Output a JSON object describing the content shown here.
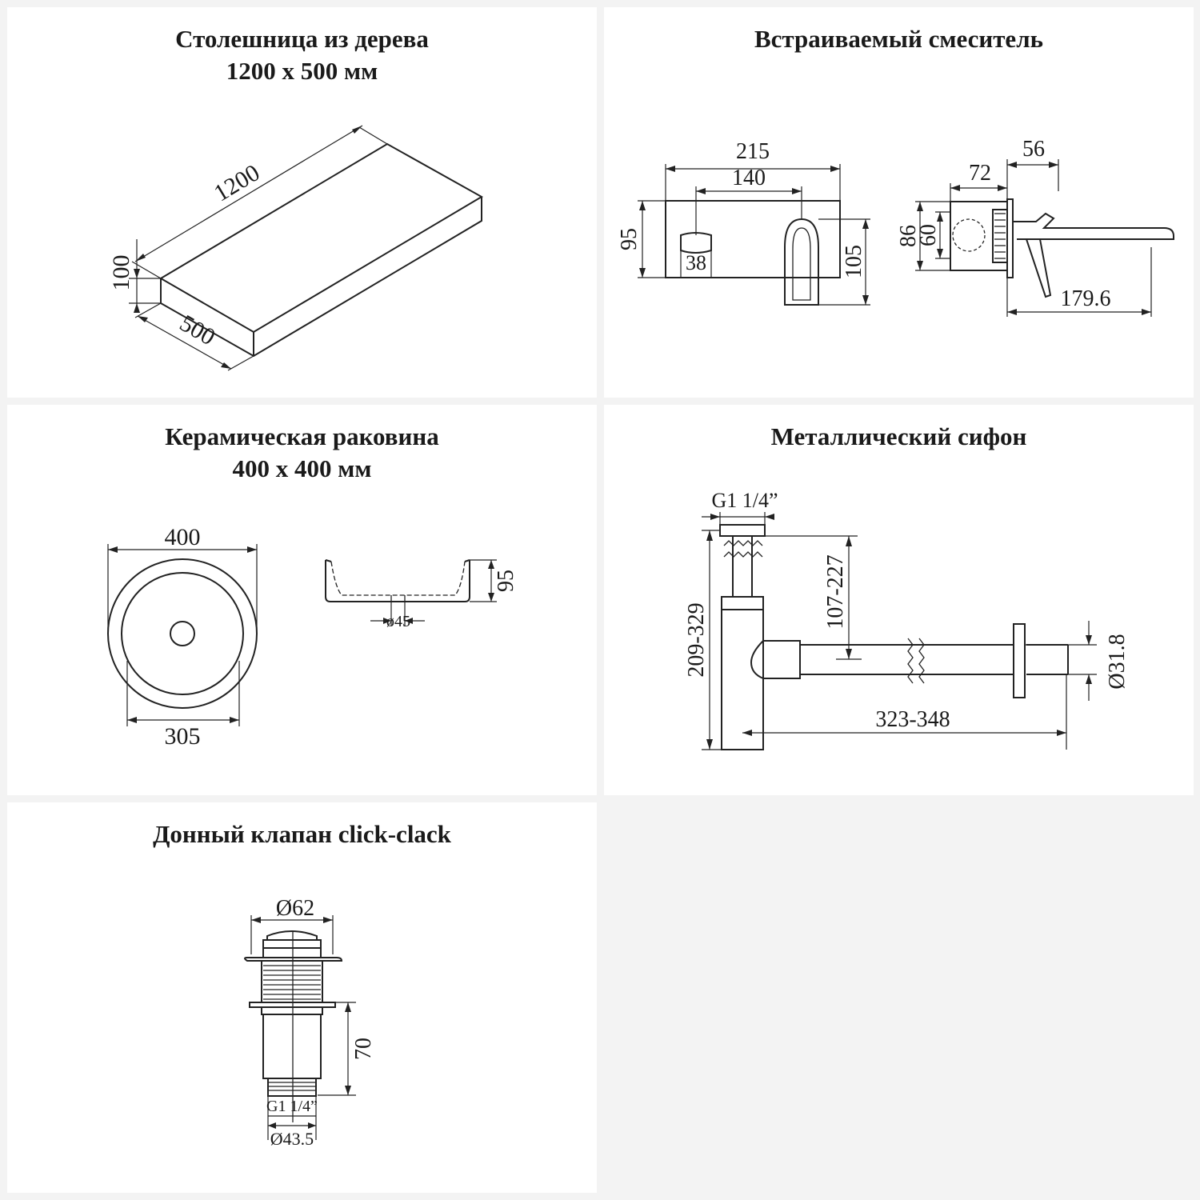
{
  "panels": {
    "countertop": {
      "title_line1": "Столешница из дерева",
      "title_line2": "1200 x 500 мм",
      "dims": {
        "length": "1200",
        "height": "100",
        "depth": "500"
      }
    },
    "mixer": {
      "title": "Встраиваемый смеситель",
      "dims": {
        "width": "215",
        "spacing": "140",
        "height": "95",
        "handle": "38",
        "spout_height": "105",
        "depth": "56",
        "body": "72",
        "outer": "86",
        "inner": "60",
        "reach": "179.6"
      }
    },
    "sink": {
      "title_line1": "Керамическая раковина",
      "title_line2": "400 x 400 мм",
      "dims": {
        "outer": "400",
        "inner": "305",
        "height": "95",
        "drain": "ø45"
      }
    },
    "siphon": {
      "title": "Металлический сифон",
      "dims": {
        "thread": "G1 1/4”",
        "height_range": "209-329",
        "inlet_range": "107-227",
        "length_range": "323-348",
        "pipe_diameter": "Ø31.8"
      }
    },
    "valve": {
      "title": "Донный клапан click-clack",
      "dims": {
        "cap_diameter": "Ø62",
        "height": "70",
        "thread": "G1 1/4”",
        "body_diameter": "Ø43.5"
      }
    }
  }
}
